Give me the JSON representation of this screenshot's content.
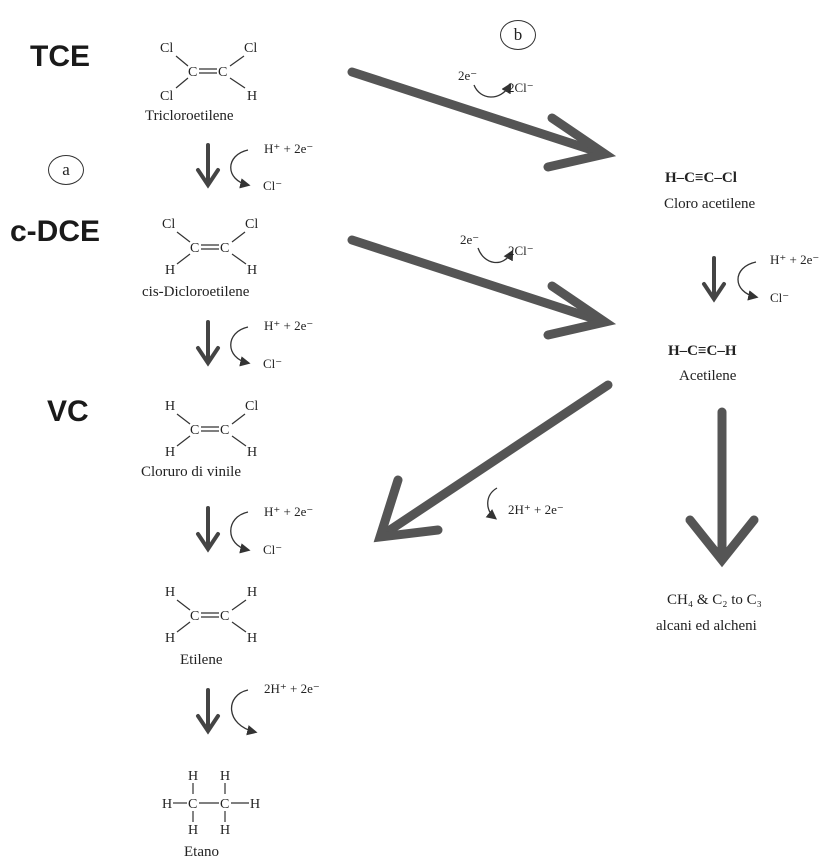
{
  "labels": {
    "tce": "TCE",
    "cdce": "c-DCE",
    "vc": "VC",
    "path_a": "a",
    "path_b": "b"
  },
  "compounds": {
    "tricloroetilene": "Tricloroetilene",
    "dicloroetilene": "cis-Dicloroetilene",
    "cloruro_vinile": "Cloruro di vinile",
    "etilene": "Etilene",
    "etano": "Etano",
    "cloro_acetilene": "Cloro acetilene",
    "acetilene": "Acetilene",
    "cloro_acetilene_formula": "H–C≡C–Cl",
    "acetilene_formula": "H–C≡C–H",
    "final_line1": "CH₄ & C₂ to C₃",
    "final_line2": "alcani ed alcheni"
  },
  "conditions": {
    "h_2e": "H⁺ + 2e⁻",
    "cl_minus": "Cl⁻",
    "two_e": "2e⁻",
    "two_cl": "2Cl⁻",
    "two_h_2e": "2H⁺ + 2e⁻"
  },
  "colors": {
    "arrow": "#555555",
    "arrow_light": "#8a8a8a"
  }
}
